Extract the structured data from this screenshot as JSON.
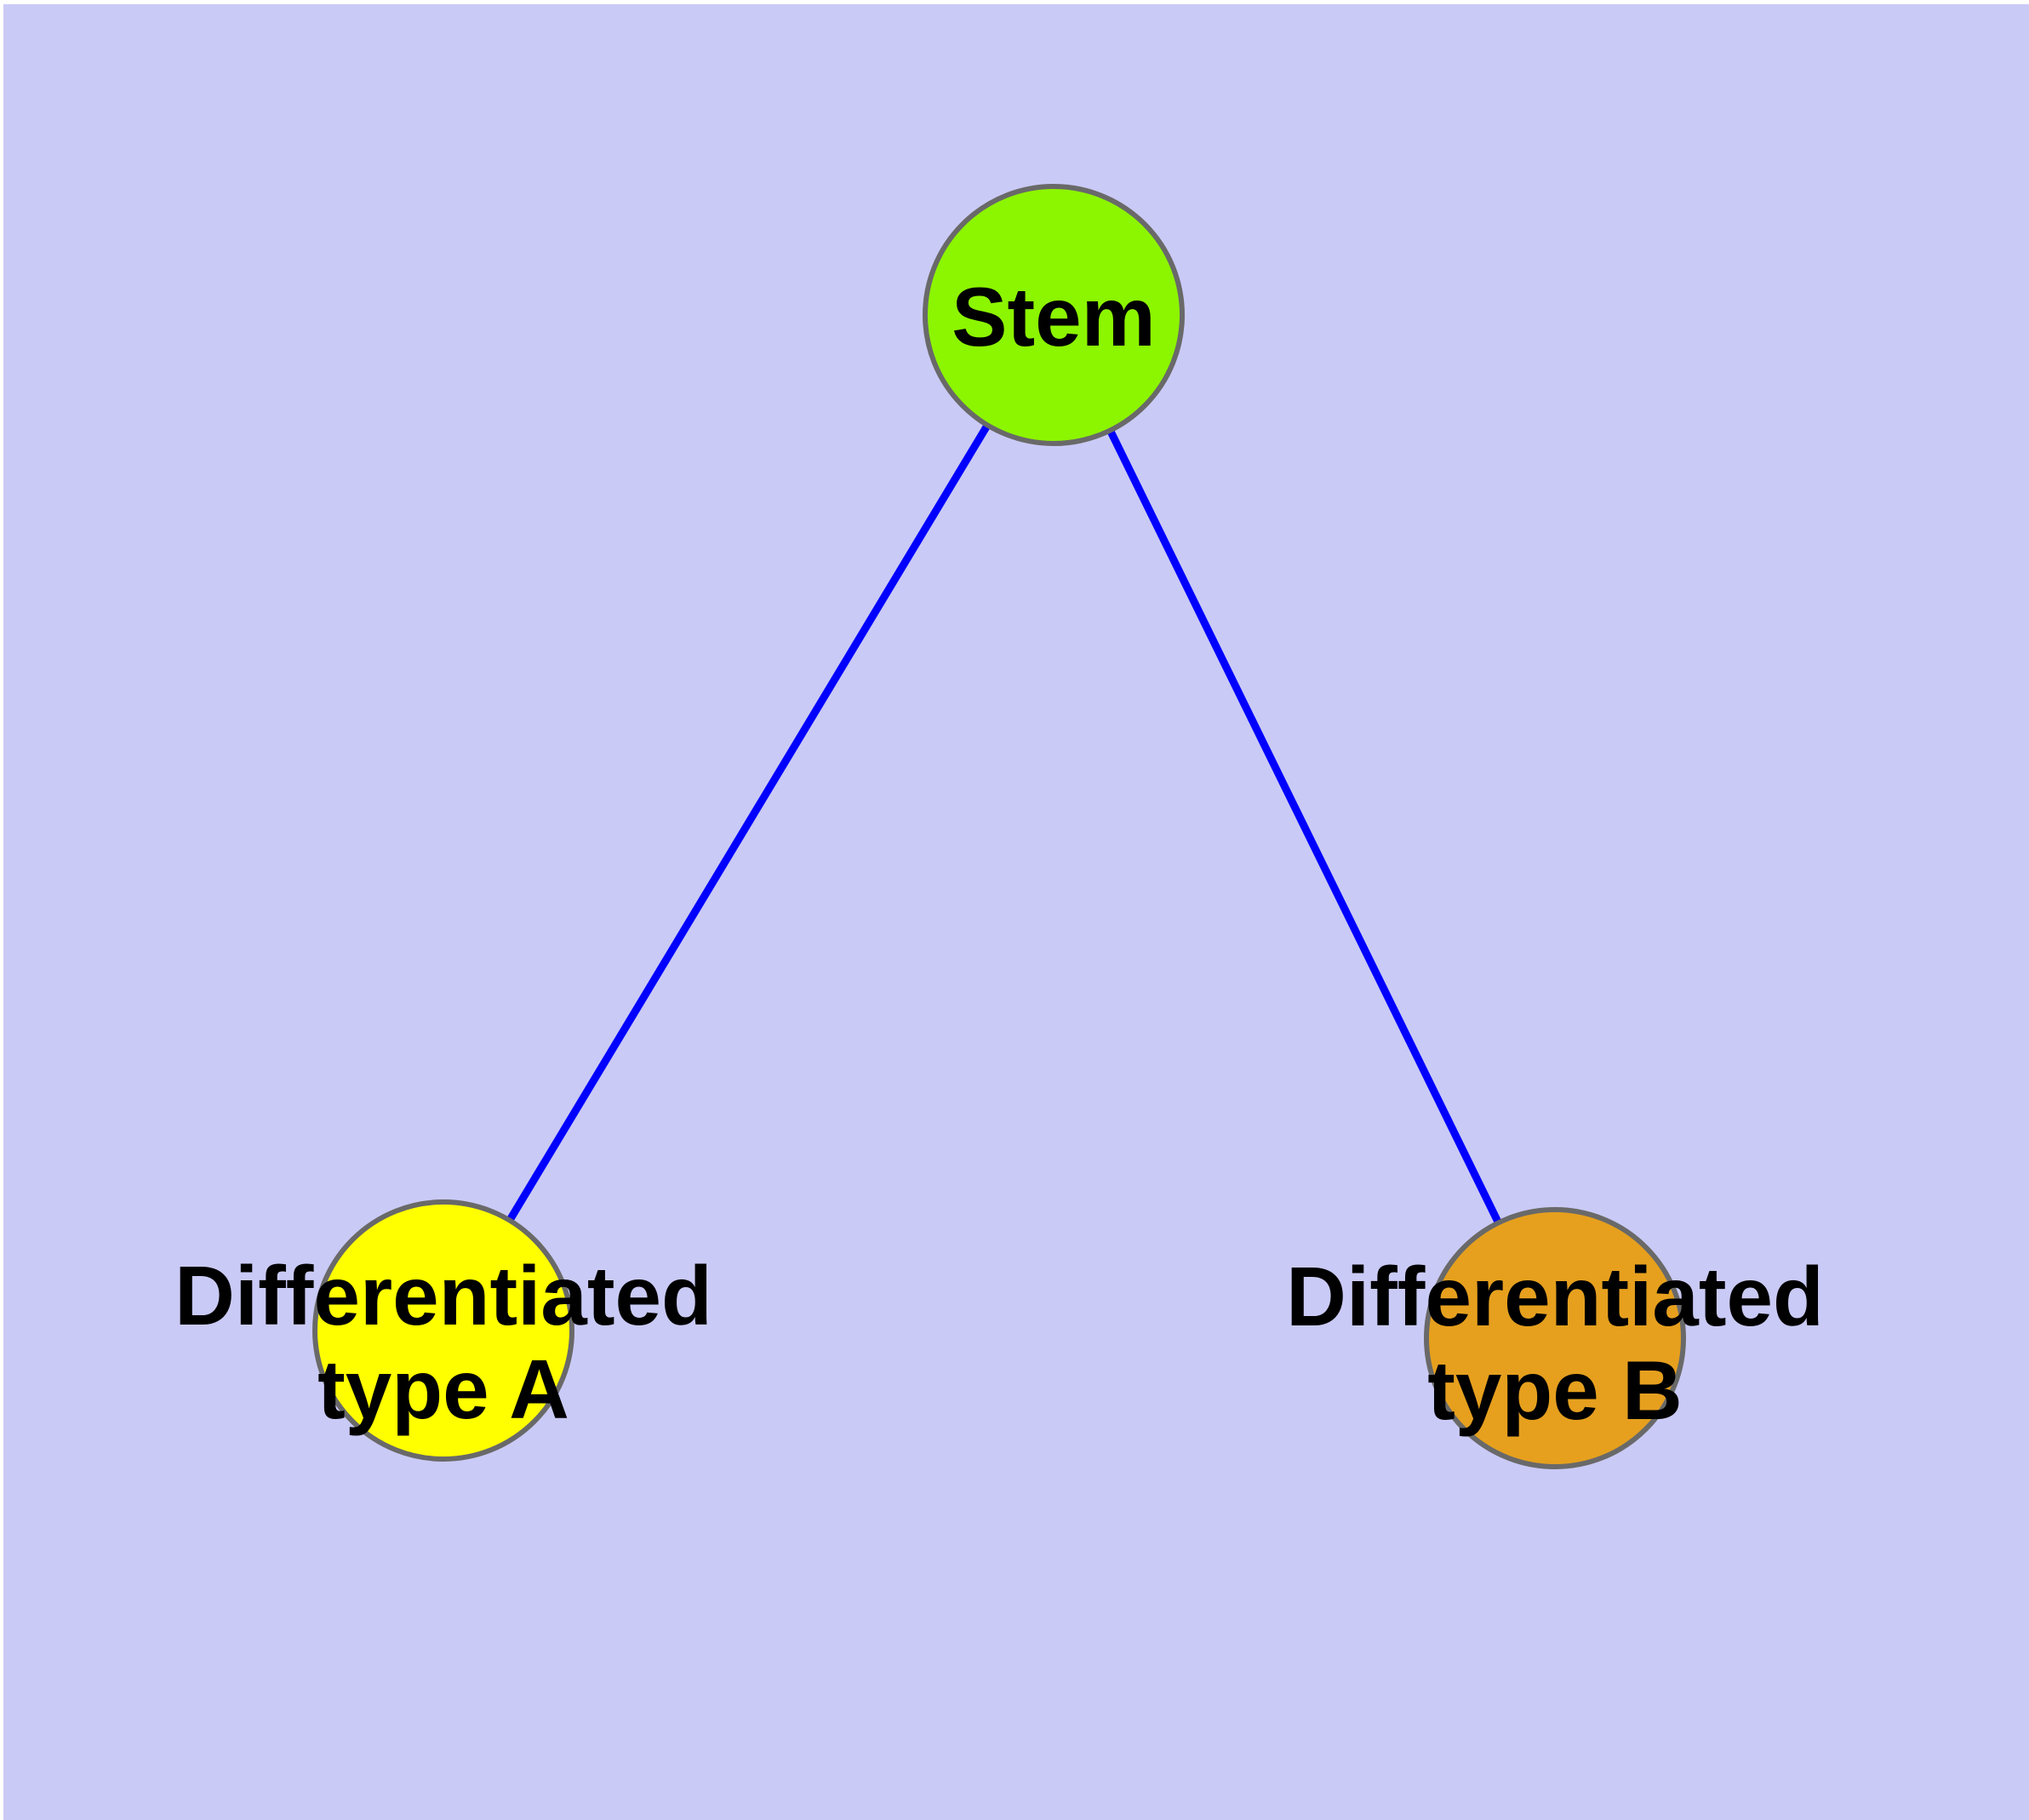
{
  "diagram": {
    "title": "stem-cell-differentiation-graph",
    "background_color": "#CACAF6",
    "margin_color": "#FFFFFF",
    "edge_color": "#0000FF",
    "node_border_color": "#696969",
    "text_color": "#000000",
    "nodes": {
      "stem": {
        "label": "Stem",
        "fill": "#8CF500"
      },
      "type_a": {
        "label_line1": "Differentiated",
        "label_line2": "type A",
        "fill": "#FFFF00"
      },
      "type_b": {
        "label_line1": "Differentiated",
        "label_line2": "type B",
        "fill": "#E6A01E"
      }
    },
    "edges": [
      {
        "from": "Stem",
        "to": "Differentiated type A"
      },
      {
        "from": "Stem",
        "to": "Differentiated type B"
      }
    ]
  }
}
